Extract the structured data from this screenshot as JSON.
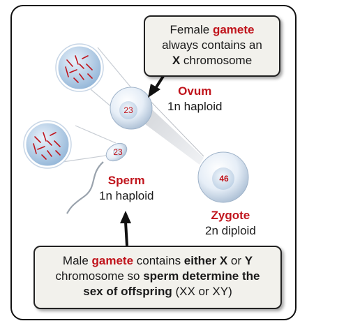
{
  "top_callout": {
    "line1_plain": "Female ",
    "line1_red": "gamete",
    "line2": "always contains an",
    "line3_bold": "X",
    "line3_plain": " chromosome"
  },
  "ovum": {
    "title": "Ovum",
    "subtitle": "1n haploid",
    "count": "23"
  },
  "sperm": {
    "title": "Sperm",
    "subtitle": "1n haploid",
    "count": "23"
  },
  "zygote": {
    "title": "Zygote",
    "subtitle": "2n diploid",
    "count": "46"
  },
  "bottom_callout": {
    "p1": "Male ",
    "p2_red": "gamete",
    "p3": " contains ",
    "p4_bold": "either X",
    "p5": " or ",
    "p6_bold": "Y",
    "p7": "chromosome so ",
    "p8_bold": "sperm determine the",
    "p9_bold": "sex of offspring",
    "p10": " (XX or XY)"
  },
  "colors": {
    "accent_red": "#c0141c",
    "cell_blue": "#bcd0e6",
    "callout_bg": "#f2f1ec"
  }
}
